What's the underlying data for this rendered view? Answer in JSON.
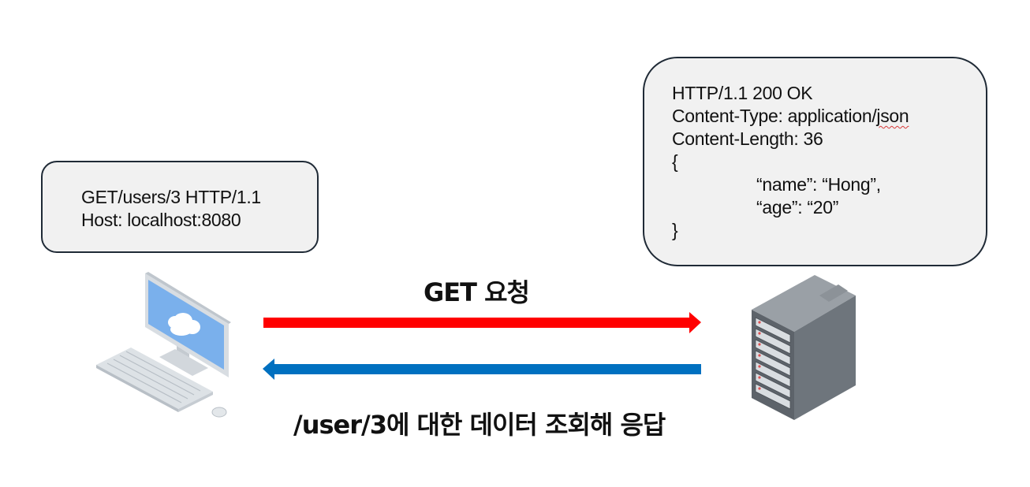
{
  "request_box": {
    "lines": [
      "GET/users/3 HTTP/1.1",
      "Host: localhost:8080"
    ]
  },
  "response_box": {
    "status": "HTTP/1.1 200 OK",
    "content_type_prefix": "Content-Type: application/",
    "content_type_suffix": "json",
    "content_length": "Content-Length: 36",
    "open_brace": "{",
    "name_line": "“name”: “Hong”,",
    "age_line": "“age”: “20”",
    "close_brace": "}"
  },
  "arrows": {
    "request_label": "GET 요청",
    "request_color": "#ff0000",
    "response_label": "/user/3에 대한 데이터 조회해 응답",
    "response_color": "#0070c0"
  },
  "icons": {
    "client": "desktop-computer-icon",
    "server": "server-tower-icon"
  }
}
